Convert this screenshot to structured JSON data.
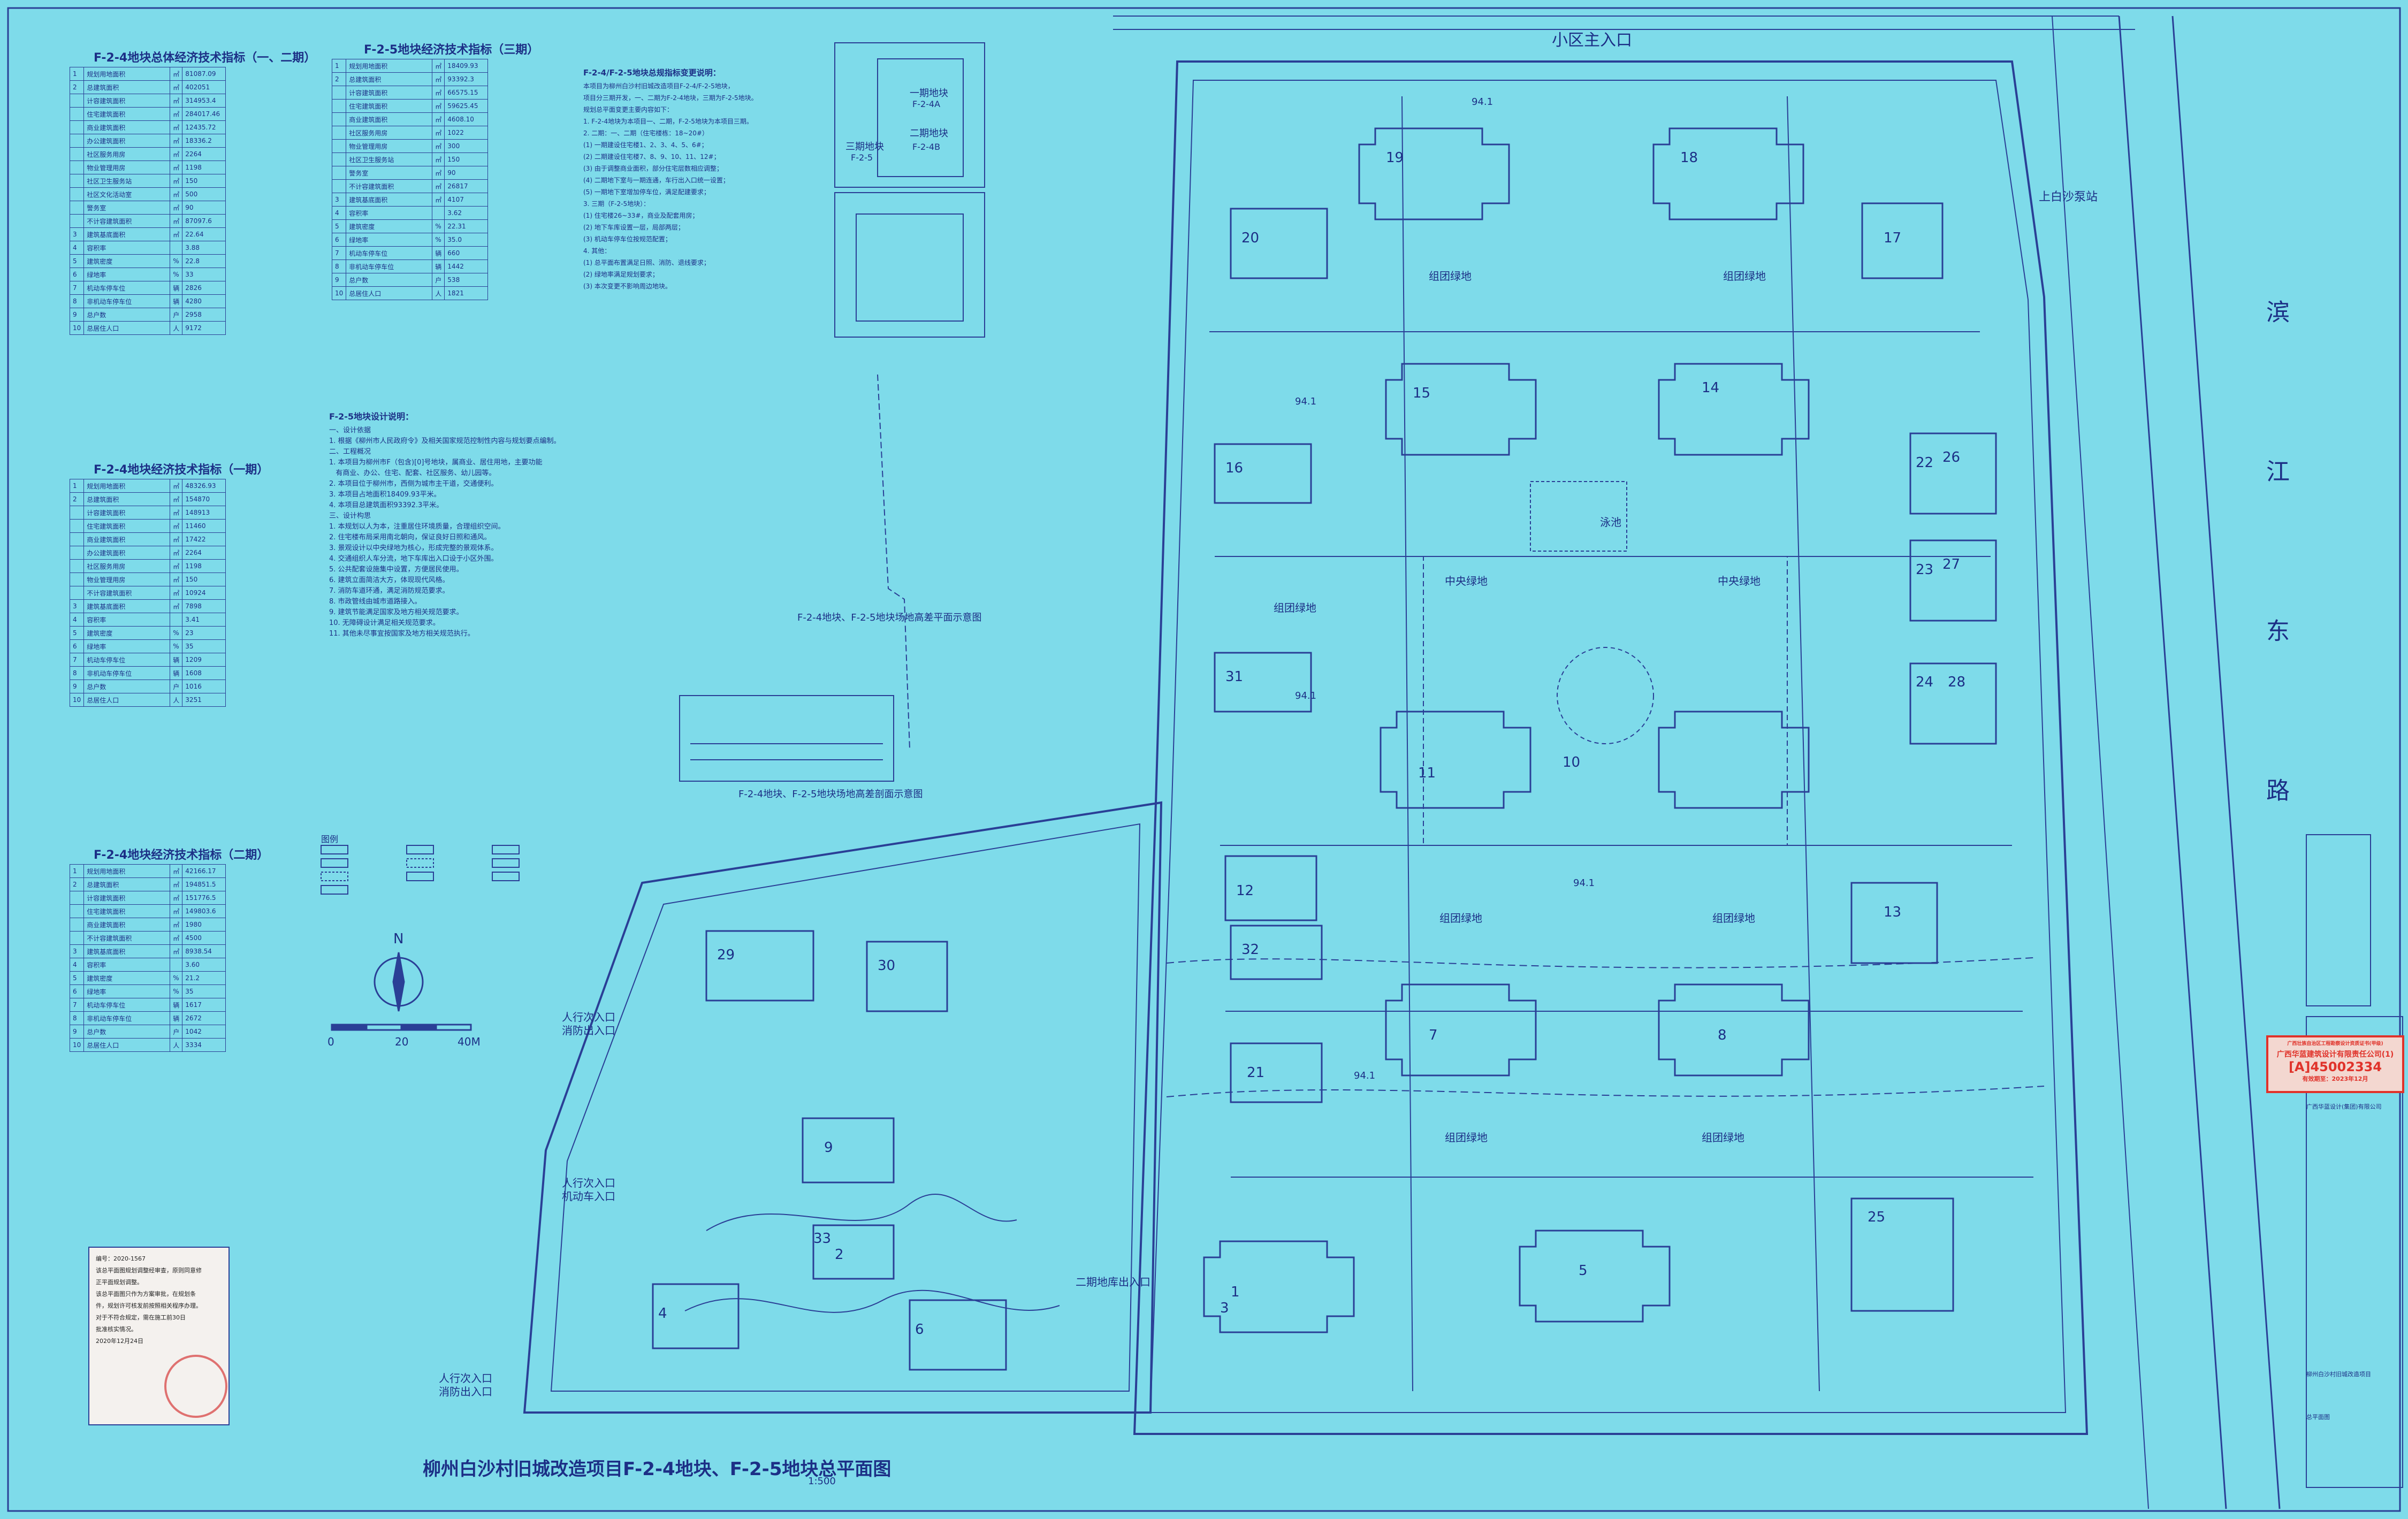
{
  "drawing": {
    "title": "柳州白沙村旧城改造项目F-2-4地块、F-2-5地块总平面图",
    "scale": "1:500"
  },
  "tables": {
    "t1_title": "F-2-4地块总体经济技术指标（一、二期）",
    "t2_title": "F-2-4地块经济技术指标（一期）",
    "t3_title": "F-2-4地块经济技术指标（二期）",
    "t4_title": "F-2-5地块经济技术指标（三期）",
    "t1_rows": [
      [
        "1",
        "规划用地面积",
        "㎡",
        "81087.09"
      ],
      [
        "2",
        "总建筑面积",
        "㎡",
        "402051"
      ],
      [
        "",
        "计容建筑面积",
        "㎡",
        "314953.4"
      ],
      [
        "",
        "住宅建筑面积",
        "㎡",
        "284017.46"
      ],
      [
        "",
        "商业建筑面积",
        "㎡",
        "12435.72"
      ],
      [
        "",
        "办公建筑面积",
        "㎡",
        "18336.2"
      ],
      [
        "",
        "社区服务用房",
        "㎡",
        "2264"
      ],
      [
        "",
        "物业管理用房",
        "㎡",
        "1198"
      ],
      [
        "",
        "社区卫生服务站",
        "㎡",
        "150"
      ],
      [
        "",
        "社区文化活动室",
        "㎡",
        "500"
      ],
      [
        "",
        "警务室",
        "㎡",
        "90"
      ],
      [
        "",
        "不计容建筑面积",
        "㎡",
        "87097.6"
      ],
      [
        "3",
        "建筑基底面积",
        "㎡",
        "22.64"
      ],
      [
        "4",
        "容积率",
        "",
        "3.88"
      ],
      [
        "5",
        "建筑密度",
        "%",
        "22.8"
      ],
      [
        "6",
        "绿地率",
        "%",
        "33"
      ],
      [
        "7",
        "机动车停车位",
        "辆",
        "2826"
      ],
      [
        "8",
        "非机动车停车位",
        "辆",
        "4280"
      ],
      [
        "9",
        "总户数",
        "户",
        "2958"
      ],
      [
        "10",
        "总居住人口",
        "人",
        "9172"
      ]
    ],
    "t2_rows": [
      [
        "1",
        "规划用地面积",
        "㎡",
        "48326.93"
      ],
      [
        "2",
        "总建筑面积",
        "㎡",
        "154870"
      ],
      [
        "",
        "计容建筑面积",
        "㎡",
        "148913"
      ],
      [
        "",
        "住宅建筑面积",
        "㎡",
        "11460"
      ],
      [
        "",
        "商业建筑面积",
        "㎡",
        "17422"
      ],
      [
        "",
        "办公建筑面积",
        "㎡",
        "2264"
      ],
      [
        "",
        "社区服务用房",
        "㎡",
        "1198"
      ],
      [
        "",
        "物业管理用房",
        "㎡",
        "150"
      ],
      [
        "",
        "不计容建筑面积",
        "㎡",
        "10924"
      ],
      [
        "3",
        "建筑基底面积",
        "㎡",
        "7898"
      ],
      [
        "4",
        "容积率",
        "",
        "3.41"
      ],
      [
        "5",
        "建筑密度",
        "%",
        "23"
      ],
      [
        "6",
        "绿地率",
        "%",
        "35"
      ],
      [
        "7",
        "机动车停车位",
        "辆",
        "1209"
      ],
      [
        "8",
        "非机动车停车位",
        "辆",
        "1608"
      ],
      [
        "9",
        "总户数",
        "户",
        "1016"
      ],
      [
        "10",
        "总居住人口",
        "人",
        "3251"
      ]
    ],
    "t3_rows": [
      [
        "1",
        "规划用地面积",
        "㎡",
        "42166.17"
      ],
      [
        "2",
        "总建筑面积",
        "㎡",
        "194851.5"
      ],
      [
        "",
        "计容建筑面积",
        "㎡",
        "151776.5"
      ],
      [
        "",
        "住宅建筑面积",
        "㎡",
        "149803.6"
      ],
      [
        "",
        "商业建筑面积",
        "㎡",
        "1980"
      ],
      [
        "",
        "不计容建筑面积",
        "㎡",
        "4500"
      ],
      [
        "3",
        "建筑基底面积",
        "㎡",
        "8938.54"
      ],
      [
        "4",
        "容积率",
        "",
        "3.60"
      ],
      [
        "5",
        "建筑密度",
        "%",
        "21.2"
      ],
      [
        "6",
        "绿地率",
        "%",
        "35"
      ],
      [
        "7",
        "机动车停车位",
        "辆",
        "1617"
      ],
      [
        "8",
        "非机动车停车位",
        "辆",
        "2672"
      ],
      [
        "9",
        "总户数",
        "户",
        "1042"
      ],
      [
        "10",
        "总居住人口",
        "人",
        "3334"
      ]
    ],
    "t4_rows": [
      [
        "1",
        "规划用地面积",
        "㎡",
        "18409.93"
      ],
      [
        "2",
        "总建筑面积",
        "㎡",
        "93392.3"
      ],
      [
        "",
        "计容建筑面积",
        "㎡",
        "66575.15"
      ],
      [
        "",
        "住宅建筑面积",
        "㎡",
        "59625.45"
      ],
      [
        "",
        "商业建筑面积",
        "㎡",
        "4608.10"
      ],
      [
        "",
        "社区服务用房",
        "㎡",
        "1022"
      ],
      [
        "",
        "物业管理用房",
        "㎡",
        "300"
      ],
      [
        "",
        "社区卫生服务站",
        "㎡",
        "150"
      ],
      [
        "",
        "警务室",
        "㎡",
        "90"
      ],
      [
        "",
        "不计容建筑面积",
        "㎡",
        "26817"
      ],
      [
        "3",
        "建筑基底面积",
        "㎡",
        "4107"
      ],
      [
        "4",
        "容积率",
        "",
        "3.62"
      ],
      [
        "5",
        "建筑密度",
        "%",
        "22.31"
      ],
      [
        "6",
        "绿地率",
        "%",
        "35.0"
      ],
      [
        "7",
        "机动车停车位",
        "辆",
        "660"
      ],
      [
        "8",
        "非机动车停车位",
        "辆",
        "1442"
      ],
      [
        "9",
        "总户数",
        "户",
        "538"
      ],
      [
        "10",
        "总居住人口",
        "人",
        "1821"
      ]
    ]
  },
  "notes": {
    "n1_title": "F-2-5地块设计说明：",
    "n1_body": "一、设计依据\n1. 根据《柳州市人民政府令》及相关国家规范控制性内容与规划要点编制。\n二、工程概况\n1. 本项目为柳州市F（包含)[0]号地块，属商业、居住用地，主要功能\n   有商业、办公、住宅、配套、社区服务、幼儿园等。\n2. 本项目位于柳州市，西侧为城市主干道，交通便利。\n3. 本项目占地面积18409.93平米。\n4. 本项目总建筑面积93392.3平米。\n三、设计构思\n1. 本规划以人为本，注重居住环境质量，合理组织空间。\n2. 住宅楼布局采用南北朝向，保证良好日照和通风。\n3. 景观设计以中央绿地为核心，形成完整的景观体系。\n4. 交通组织人车分流，地下车库出入口设于小区外围。\n5. 公共配套设施集中设置，方便居民使用。\n6. 建筑立面简洁大方，体现现代风格。\n7. 消防车道环通，满足消防规范要求。\n8. 市政管线由城市道路接入。\n9. 建筑节能满足国家及地方相关规范要求。\n10. 无障碍设计满足相关规范要求。\n11. 其他未尽事宜按国家及地方相关规范执行。",
    "n2_title": "F-2-4/F-2-5地块总规指标变更说明：",
    "n2_body": "本项目为柳州白沙村旧城改造项目F-2-4/F-2-5地块，\n项目分三期开发，一、二期为F-2-4地块，三期为F-2-5地块。\n规划总平面变更主要内容如下：\n1. F-2-4地块为本项目一、二期，F-2-5地块为本项目三期。\n2. 二期：一、二期（住宅楼栋：18~20#）\n(1) 一期建设住宅楼1、2、3、4、5、6#；\n(2) 二期建设住宅楼7、8、9、10、11、12#；\n(3) 由于调整商业面积，部分住宅层数相应调整；\n(4) 二期地下室与一期连通，车行出入口统一设置；\n(5) 一期地下室增加停车位，满足配建要求；\n3. 三期（F-2-5地块）：\n(1) 住宅楼26~33#，商业及配套用房；\n(2) 地下车库设置一层，局部两层；\n(3) 机动车停车位按规范配置；\n4. 其他：\n(1) 总平面布置满足日照、消防、退线要求；\n(2) 绿地率满足规划要求；\n(3) 本次变更不影响周边地块。",
    "legend_title": "图例"
  },
  "site": {
    "main_entrance": "小区主入口",
    "road_east": "滨 江 东 路",
    "bus_stop": "上白沙泵站",
    "green": "组团绿地",
    "central_green": "中央绿地",
    "pool": "泳池",
    "ped_entrance": "人行次入口",
    "vehicle_entrance": "机动车入口",
    "fire_entrance": "消防出入口",
    "phase2_entrance": "二期地库出入口",
    "phase1_label": "一期地块",
    "phase2_label": "二期地块",
    "phase3_label": "三期地块",
    "phase1_code": "F-2-4A",
    "phase2_code": "F-2-4B",
    "phase3_code": "F-2-5",
    "section_title_1": "F-2-4地块、F-2-5地块场地高差平面示意图",
    "section_title_2": "F-2-4地块、F-2-5地块场地高差剖面示意图",
    "north_label": "N",
    "scale_0": "0",
    "scale_20": "20",
    "scale_40": "40M",
    "elevation": "94.1",
    "buildings": [
      "1",
      "2",
      "3",
      "4",
      "5",
      "6",
      "7",
      "8",
      "9",
      "10",
      "11",
      "12",
      "13",
      "14",
      "15",
      "16",
      "17",
      "18",
      "19",
      "20",
      "21",
      "22",
      "23",
      "24",
      "25",
      "26",
      "27",
      "28",
      "29",
      "30",
      "31",
      "32",
      "33"
    ],
    "stamp_text": "编号：2020-1567\n该总平面图规划调整经审查，原则同意修\n正平面规划调整。\n该总平面图只作为方案审批，在规划条\n件，规划许可核发前按照相关程序办理。\n对于不符合规定，需在施工前30日\n批准核实情况。\n2020年12月24日",
    "red_stamp_lines": [
      "广西壮族自治区工程勘察设计资质证书(甲级)",
      "广西华蓝建筑设计有限责任公司(1)",
      "[A]45002334",
      "有效期至：2023年12月"
    ]
  },
  "title_block": {
    "company": "广西华蓝设计(集团)有限公司",
    "project": "柳州白沙村旧城改造项目",
    "drawing_name": "总平面图"
  }
}
